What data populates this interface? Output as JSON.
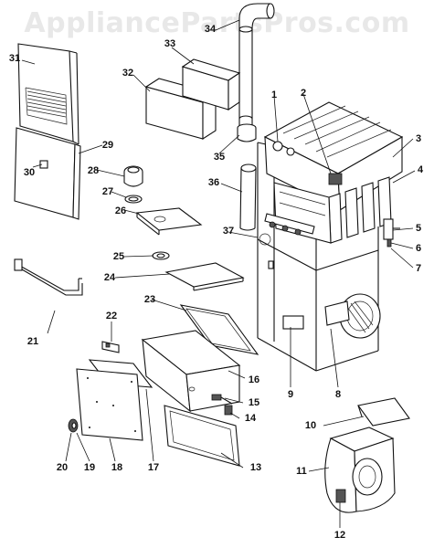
{
  "watermark": "AppliancePartsPros.com",
  "callouts": [
    "1",
    "2",
    "3",
    "4",
    "5",
    "6",
    "7",
    "8",
    "9",
    "10",
    "11",
    "12",
    "13",
    "14",
    "15",
    "16",
    "17",
    "18",
    "19",
    "20",
    "21",
    "22",
    "23",
    "24",
    "25",
    "26",
    "27",
    "28",
    "29",
    "30",
    "31",
    "32",
    "33",
    "34",
    "35",
    "36",
    "37"
  ]
}
